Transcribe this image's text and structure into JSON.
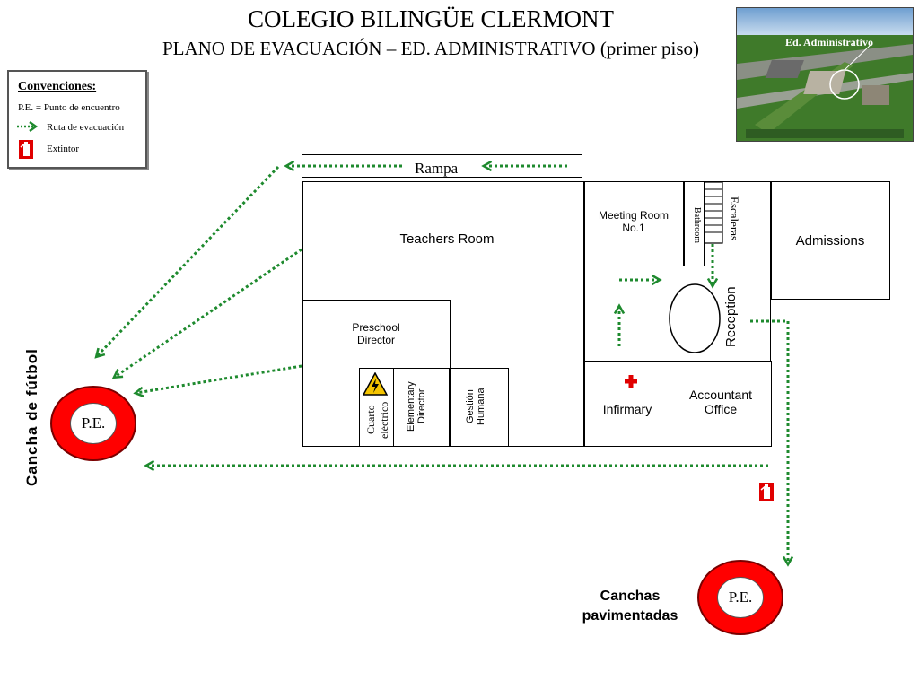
{
  "header": {
    "title": "COLEGIO BILINGÜE CLERMONT",
    "subtitle": "PLANO DE EVACUACIÓN – ED. ADMINISTRATIVO (primer piso)"
  },
  "legend": {
    "heading": "Convenciones:",
    "pe": "P.E. = Punto de encuentro",
    "route": "Ruta de evacuación",
    "extinguisher": "Extintor"
  },
  "aerial_photo": {
    "caption": "Ed. Administrativo"
  },
  "rooms": {
    "rampa": "Rampa",
    "teachers_room": "Teachers Room",
    "preschool_director": "Preschool Director",
    "cuarto_electrico": "Cuarto eléctrico",
    "elementary_director": "Elementary Director",
    "gestion_humana": "Gestión Humana",
    "meeting_room": "Meeting Room No.1",
    "bathroom": "Bathroom",
    "escaleras": "Escaleras",
    "reception": "Reception",
    "admissions": "Admissions",
    "infirmary": "Infirmary",
    "accountant_office": "Accountant Office"
  },
  "meeting_points": {
    "pe_label": "P.E.",
    "cancha_futbol": "Cancha de fútbol",
    "canchas_pavimentadas": "Canchas pavimentadas"
  },
  "colors": {
    "route": "#1e8a2e",
    "pe_ring": "#ff0000",
    "extinguisher": "#e00000"
  }
}
